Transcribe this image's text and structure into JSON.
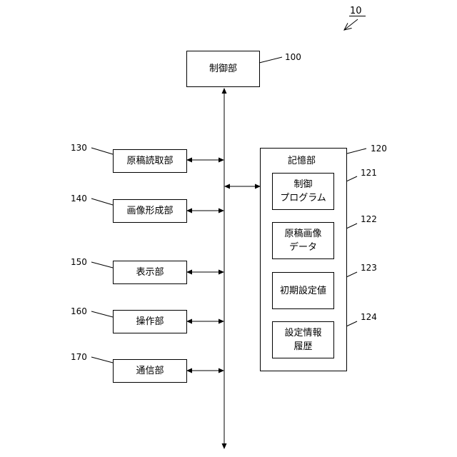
{
  "figure_ref": "10",
  "controller": {
    "label": "制御部",
    "ref": "100"
  },
  "units": [
    {
      "id": "reader",
      "label": "原稿読取部",
      "ref": "130"
    },
    {
      "id": "image-former",
      "label": "画像形成部",
      "ref": "140"
    },
    {
      "id": "display",
      "label": "表示部",
      "ref": "150"
    },
    {
      "id": "operation",
      "label": "操作部",
      "ref": "160"
    },
    {
      "id": "communication",
      "label": "通信部",
      "ref": "170"
    }
  ],
  "storage": {
    "label": "記憶部",
    "ref": "120",
    "items": [
      {
        "id": "control-program",
        "lines": [
          "制御",
          "プログラム"
        ],
        "ref": "121"
      },
      {
        "id": "original-image-data",
        "lines": [
          "原稿画像",
          "データ"
        ],
        "ref": "122"
      },
      {
        "id": "initial-settings",
        "lines": [
          "初期設定値"
        ],
        "ref": "123"
      },
      {
        "id": "settings-history",
        "lines": [
          "設定情報",
          "履歴"
        ],
        "ref": "124"
      }
    ]
  }
}
